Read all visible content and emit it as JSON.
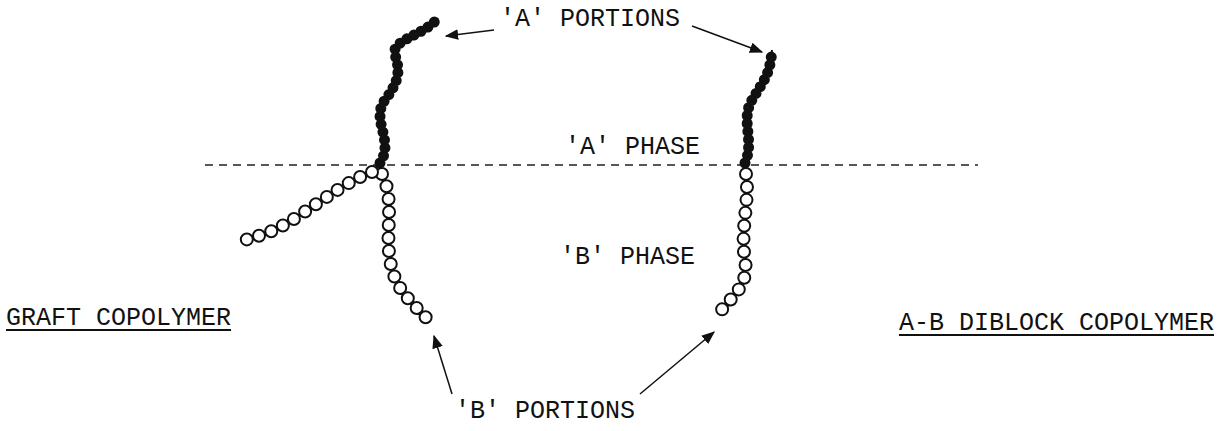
{
  "diagram": {
    "labels": [
      "'A' PORTIONS",
      "'A' PHASE",
      "'B' PHASE",
      "GRAFT COPOLYMER",
      "A-B DIBLOCK COPOLYMER",
      "'B' PORTIONS"
    ]
  }
}
